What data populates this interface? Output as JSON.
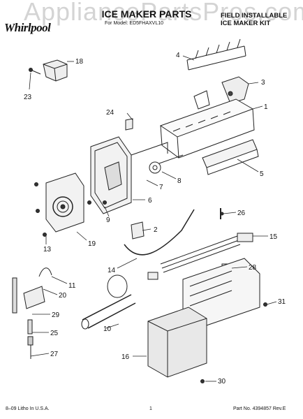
{
  "header": {
    "brand": "Whirlpool",
    "watermark": "AppliancePartsPros.com",
    "title": "ICE MAKER PARTS",
    "subtitle": "For Model: ED5FHAXVL10",
    "kit_line1": "FIELD INSTALLABLE",
    "kit_line2": "ICE MAKER KIT"
  },
  "callouts": [
    "1",
    "2",
    "3",
    "4",
    "5",
    "6",
    "7",
    "8",
    "9",
    "10",
    "11",
    "13",
    "14",
    "15",
    "16",
    "18",
    "19",
    "20",
    "23",
    "24",
    "25",
    "26",
    "27",
    "28",
    "29",
    "30",
    "31"
  ],
  "footer": {
    "left": "8–09 Litho In U.S.A.",
    "page": "1",
    "right": "Part No. 4394857 Rev.E"
  }
}
